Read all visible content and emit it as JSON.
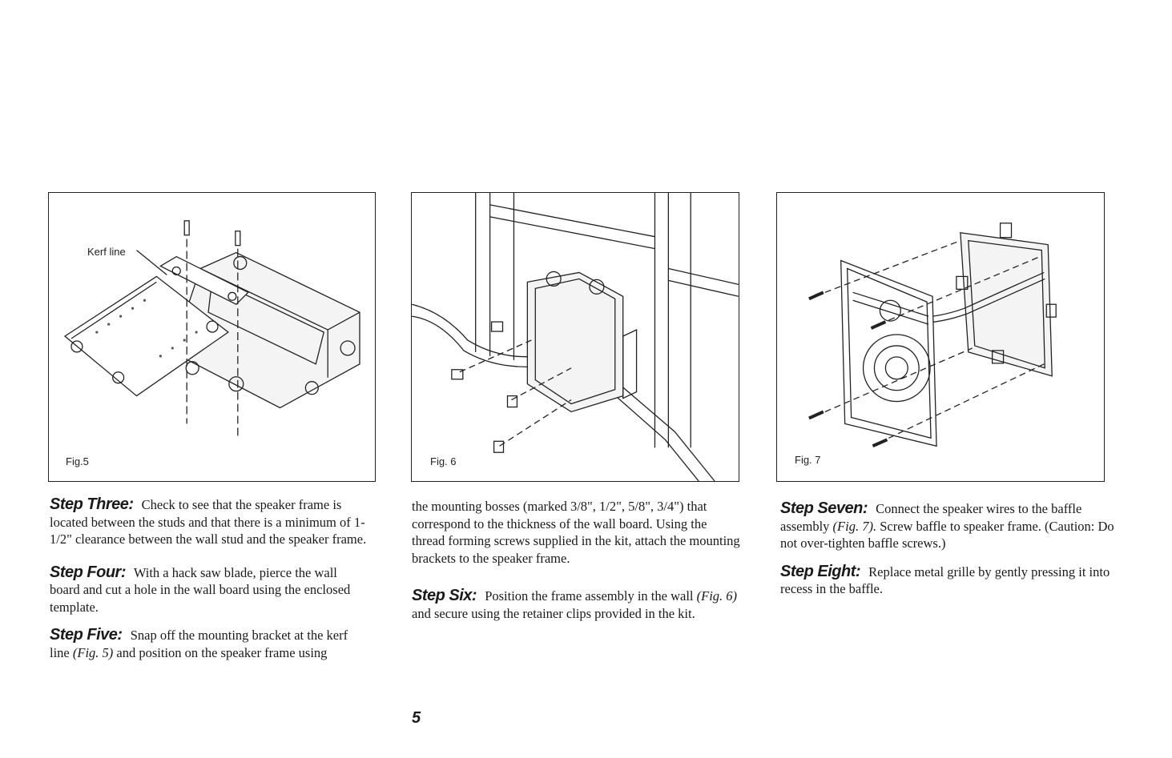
{
  "figures": {
    "fig5": {
      "label": "Fig.5",
      "callout": "Kerf line"
    },
    "fig6": {
      "label": "Fig. 6"
    },
    "fig7": {
      "label": "Fig. 7"
    }
  },
  "steps": {
    "three": {
      "title": "Step Three:",
      "text": "Check to see that the speaker frame is located between the studs and that there is a minimum of 1-1/2\" clearance between the wall stud and the speaker frame."
    },
    "four": {
      "title": "Step Four:",
      "text": "With a hack saw blade, pierce the wall board and cut a hole in the wall board using the enclosed template."
    },
    "five": {
      "title": "Step Five:",
      "text_before": "Snap off the mounting bracket at the kerf line",
      "ref": "(Fig. 5)",
      "text_after": "and position on the speaker frame using"
    },
    "five_cont": {
      "text": "the mounting bosses (marked 3/8\", 1/2\", 5/8\", 3/4\") that correspond to the thickness of the wall board. Using the thread forming screws supplied in the kit, attach the mounting brackets to the speaker frame."
    },
    "six": {
      "title": "Step Six:",
      "text_before": "Position the frame assembly in the wall",
      "ref": "(Fig. 6)",
      "text_after": "and secure using the retainer clips provided in the kit."
    },
    "seven": {
      "title": "Step Seven:",
      "text_before": "Connect the speaker wires to the baffle assembly",
      "ref": "(Fig. 7).",
      "text_after": "Screw baffle to speaker frame. (Caution: Do not over-tighten baffle screws.)"
    },
    "eight": {
      "title": "Step Eight:",
      "text": "Replace metal grille by gently pressing it into recess in the baffle."
    }
  },
  "page_number": "5"
}
